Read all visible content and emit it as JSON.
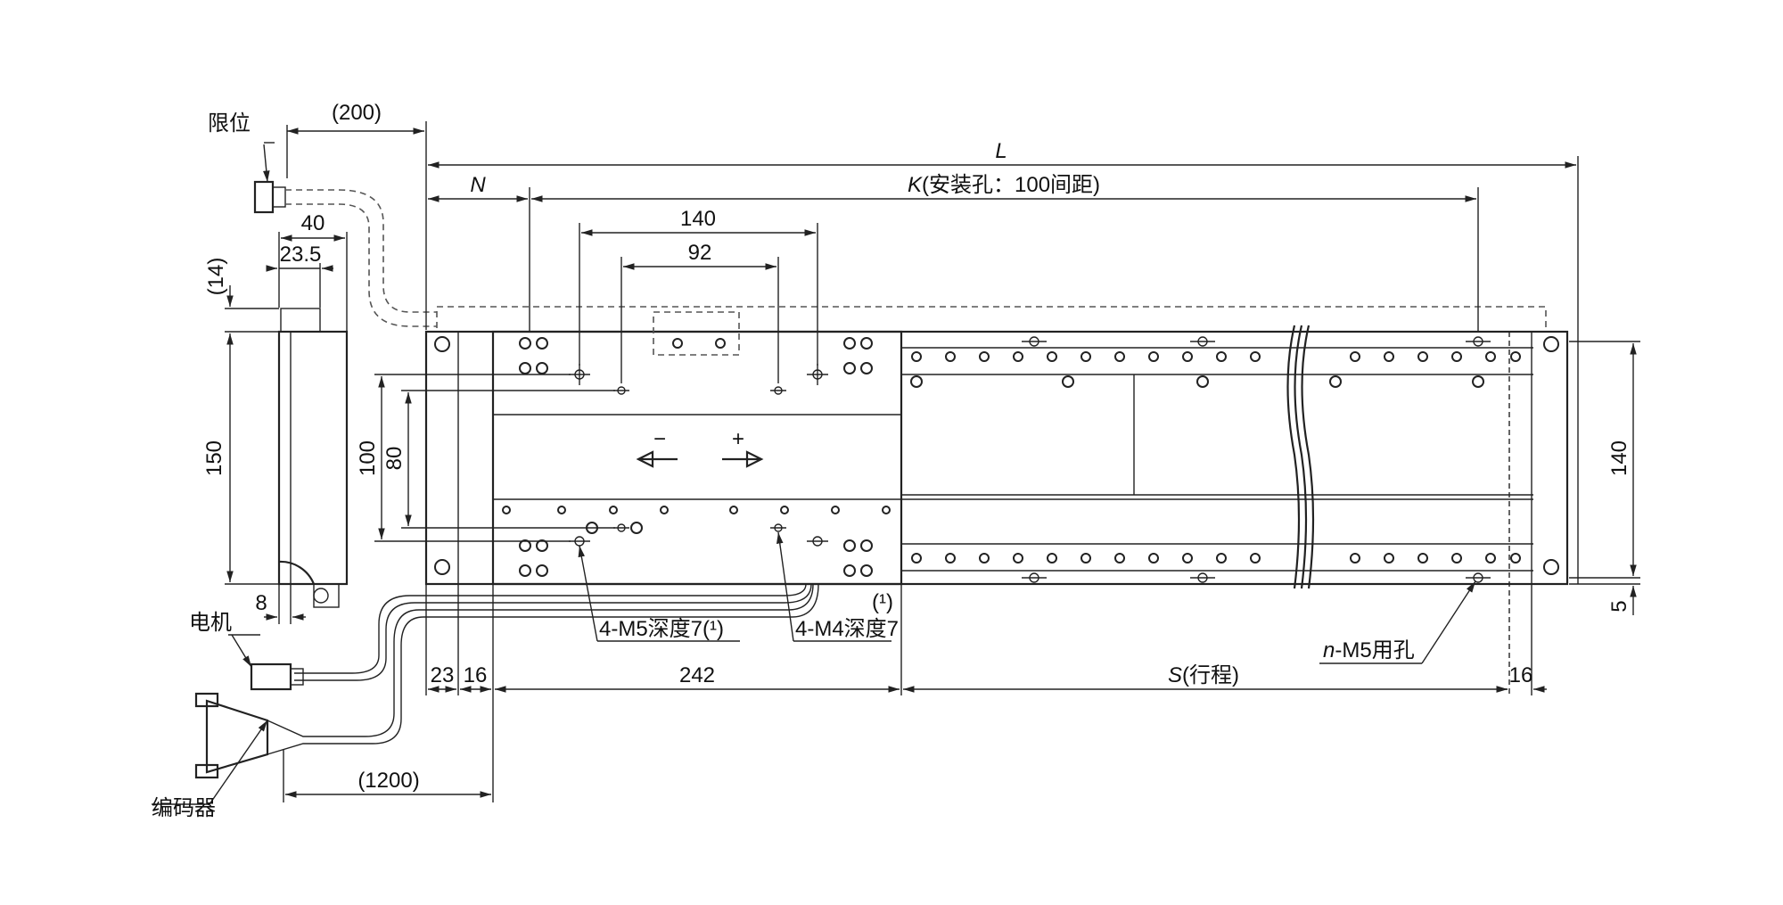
{
  "labels": {
    "limit": "限位",
    "motor": "电机",
    "encoder": "编码器",
    "holes_m5": "4-M5深度7(¹)",
    "holes_m4": "4-M4深度7",
    "holes_m4_note": "(¹)",
    "n_holes": "n-M5用孔",
    "n_italic": "n",
    "n_rest": "-M5用孔"
  },
  "dimensions": {
    "top_200": "(200)",
    "L": "L",
    "N": "N",
    "K_letter": "K",
    "K_rest": "(安装孔：100间距)",
    "d140_top": "140",
    "d92": "92",
    "d40": "40",
    "d23_5": "23.5",
    "d14": "(14)",
    "d150": "150",
    "d100": "100",
    "d80": "80",
    "d8": "8",
    "d23": "23",
    "d16_left": "16",
    "d242": "242",
    "S_letter": "S",
    "S_rest": "(行程)",
    "d16_right": "16",
    "d1200": "(1200)",
    "d140_right": "140",
    "d5": "5"
  },
  "symbols": {
    "minus": "−",
    "plus": "+"
  }
}
